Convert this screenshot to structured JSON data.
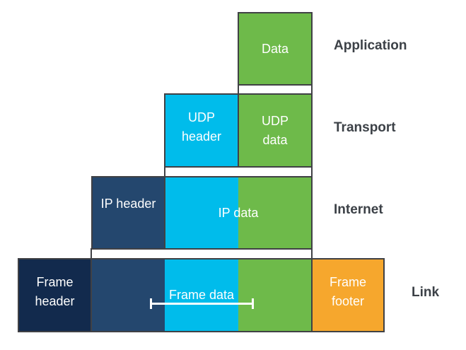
{
  "palette": {
    "background": "#ffffff",
    "border": "#404145",
    "label_text": "#3c4147",
    "box_text": "#ffffff",
    "green": "#6eba4a",
    "cyan": "#00bceb",
    "navy": "#24476e",
    "dark_navy": "#122a4d",
    "orange": "#f6a72d"
  },
  "diagram": {
    "layers": [
      {
        "label": "Application",
        "boxes": [
          {
            "text": "Data",
            "color": "green"
          }
        ]
      },
      {
        "label": "Transport",
        "boxes": [
          {
            "text": "UDP\nheader",
            "color": "cyan"
          },
          {
            "text": "UDP\ndata",
            "color": "green"
          }
        ]
      },
      {
        "label": "Internet",
        "boxes": [
          {
            "text": "IP header",
            "color": "navy"
          },
          {
            "text": "IP data",
            "color": "cyan+green"
          }
        ]
      },
      {
        "label": "Link",
        "boxes": [
          {
            "text": "Frame\nheader",
            "color": "dark_navy"
          },
          {
            "text": "Frame data",
            "color": "navy+cyan+green"
          },
          {
            "text": "Frame\nfooter",
            "color": "orange"
          }
        ]
      }
    ]
  }
}
